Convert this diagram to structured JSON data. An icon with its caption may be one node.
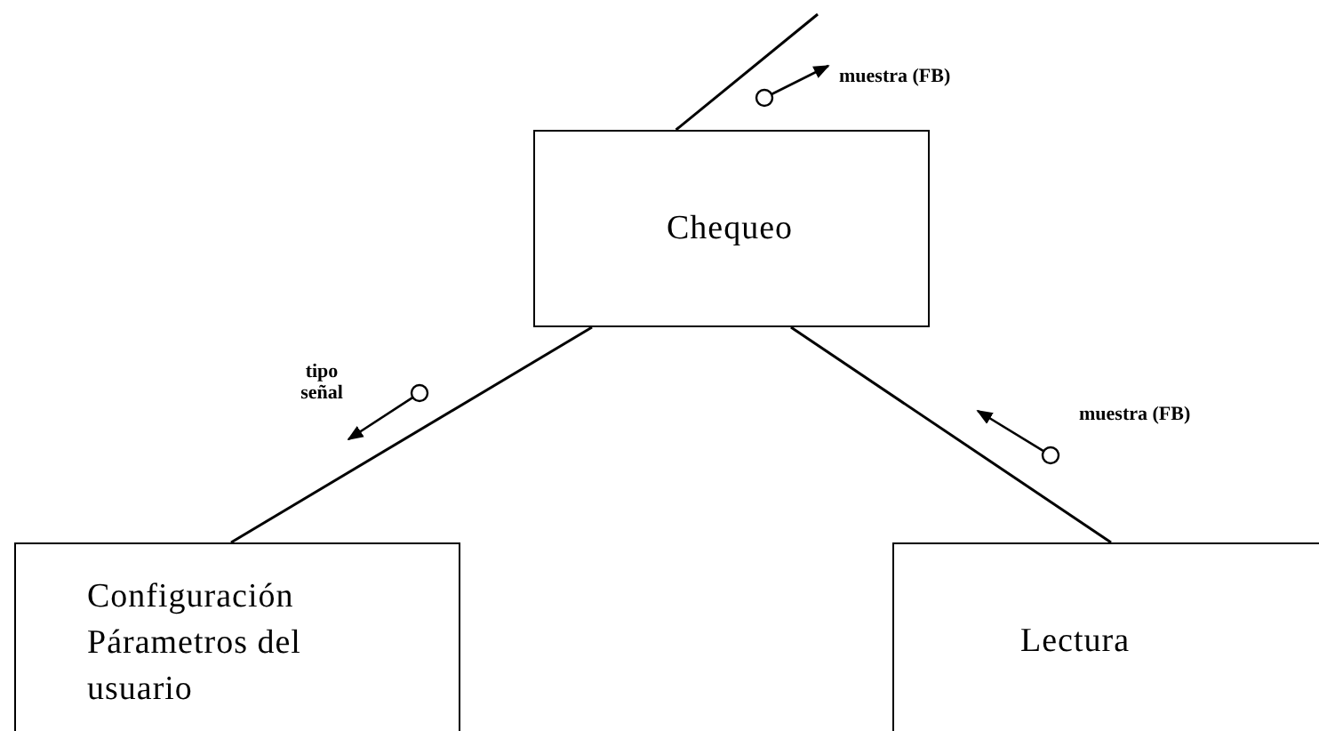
{
  "diagram": {
    "nodes": [
      {
        "text": [
          "Chequeo"
        ]
      },
      {
        "text": [
          "Configuración Párametros del usuario"
        ]
      },
      {
        "text": [
          "Lectura"
        ]
      }
    ],
    "edges": [
      {
        "from": null,
        "to": 0,
        "arrow": "none"
      },
      {
        "from": 0,
        "to": 1,
        "arrow": "none"
      },
      {
        "from": 0,
        "to": 2,
        "arrow": "none"
      }
    ],
    "labels": [
      "muestra (FB)",
      "tipo señal",
      "muestra (FB)"
    ]
  }
}
